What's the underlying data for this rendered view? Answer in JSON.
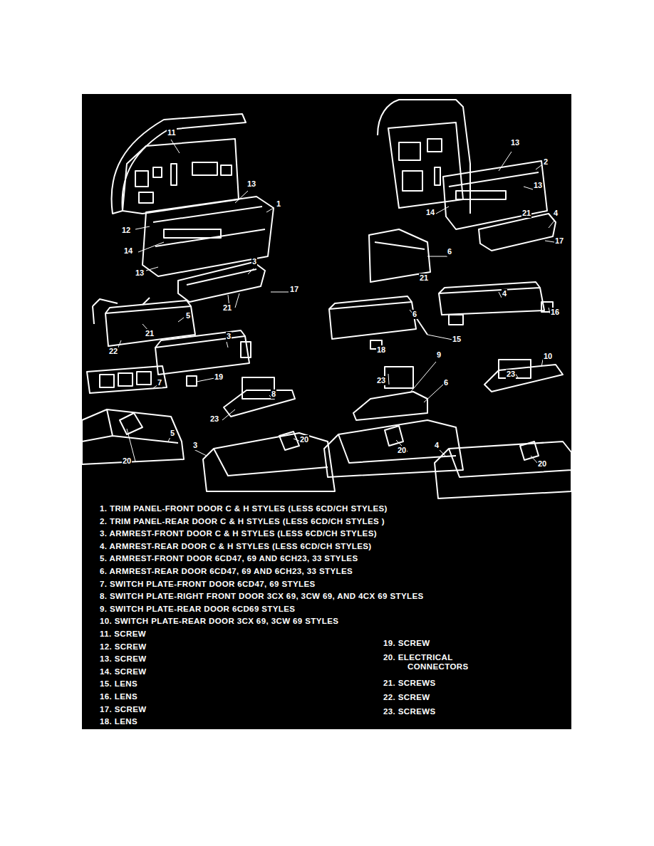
{
  "diagram": {
    "labels": [
      "11",
      "13",
      "1",
      "12",
      "14",
      "13",
      "3",
      "17",
      "21",
      "13",
      "2",
      "13",
      "21",
      "4",
      "14",
      "17",
      "6",
      "21",
      "5",
      "21",
      "22",
      "4",
      "16",
      "6",
      "15",
      "18",
      "3",
      "19",
      "7",
      "8",
      "23",
      "5",
      "20",
      "3",
      "20",
      "23",
      "9",
      "6",
      "20",
      "23",
      "10",
      "4",
      "20",
      "1. TRIM PANEL-FRONT DOOR C & H STYLES (LESS 6CD/CH STYLES)",
      "2. TRIM PANEL-REAR DOOR C & H STYLES (LESS 6CD/CH STYLES )",
      "3. ARMREST-FRONT DOOR C & H STYLES (LESS 6CD/CH STYLES)",
      "4. ARMREST-REAR DOOR C & H STYLES (LESS 6CD/CH STYLES)",
      "5. ARMREST-FRONT DOOR 6CD47, 69 AND 6CH23, 33 STYLES",
      "6. ARMREST-REAR DOOR 6CD47, 69 AND 6CH23, 33 STYLES",
      "7. SWITCH PLATE-FRONT DOOR 6CD47, 69 STYLES",
      "8. SWITCH PLATE-RIGHT FRONT DOOR 3CX 69, 3CW 69, AND 4CX 69 STYLES",
      "9. SWITCH PLATE-REAR DOOR 6CD69 STYLES",
      "10. SWITCH PLATE-REAR DOOR 3CX 69, 3CW 69 STYLES",
      "11. SCREW",
      "12. SCREW",
      "13. SCREW",
      "14. SCREW",
      "15. LENS",
      "16. LENS",
      "17. SCREW",
      "18. LENS",
      "19. SCREW",
      "20. ELECTRICAL CONNECTORS",
      "21. SCREWS",
      "22. SCREW",
      "23. SCREWS"
    ]
  }
}
